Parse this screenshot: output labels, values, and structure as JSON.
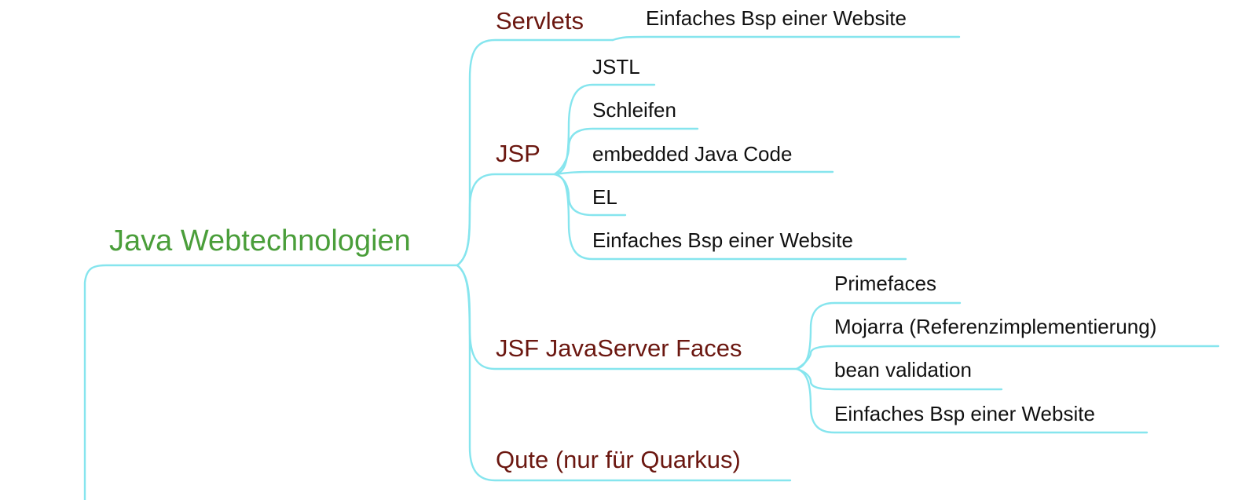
{
  "colors": {
    "connector": "#86e5ee",
    "root_text": "#4a9e3a",
    "branch_text": "#6b1710",
    "leaf_text": "#111111"
  },
  "mindmap": {
    "root": {
      "label": "Java Webtechnologien"
    },
    "branches": [
      {
        "label": "Servlets",
        "children": [
          "Einfaches Bsp einer Website"
        ]
      },
      {
        "label": "JSP",
        "children": [
          "JSTL",
          "Schleifen",
          "embedded Java Code",
          "EL",
          "Einfaches Bsp einer Website"
        ]
      },
      {
        "label": "JSF JavaServer Faces",
        "children": [
          "Primefaces",
          "Mojarra (Referenzimplementierung)",
          "bean validation",
          "Einfaches Bsp einer Website"
        ]
      },
      {
        "label": "Qute (nur für Quarkus)",
        "children": []
      }
    ]
  }
}
